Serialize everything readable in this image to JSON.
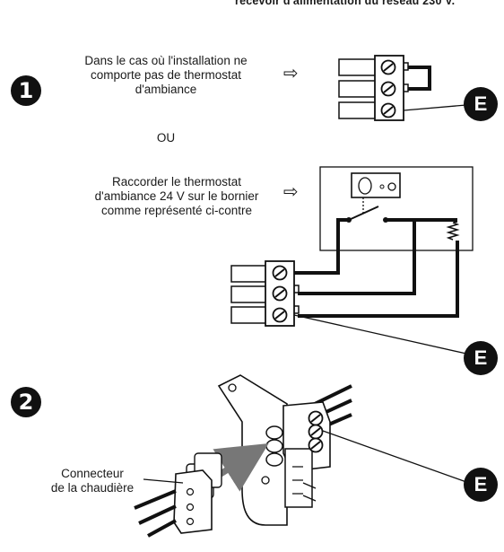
{
  "header": {
    "note": "recevoir d'alimentation du réseau  230 V."
  },
  "steps": [
    {
      "number": "1"
    },
    {
      "number": "2"
    }
  ],
  "case_no_thermostat": {
    "lines": [
      "Dans le cas où l'installation ne",
      "comporte pas de thermostat",
      "d'ambiance"
    ]
  },
  "separator": "OU",
  "case_thermostat": {
    "lines": [
      "Raccorder le  thermostat",
      "d'ambiance 24 V sur le bornier",
      "comme représenté ci-contre"
    ]
  },
  "connector_label": {
    "lines": [
      "Connecteur",
      "de la chaudière"
    ]
  },
  "earth_label": "E",
  "arrow_glyph": "⇨",
  "colors": {
    "ink": "#111111",
    "paper": "#ffffff",
    "hatch": "#888888"
  }
}
